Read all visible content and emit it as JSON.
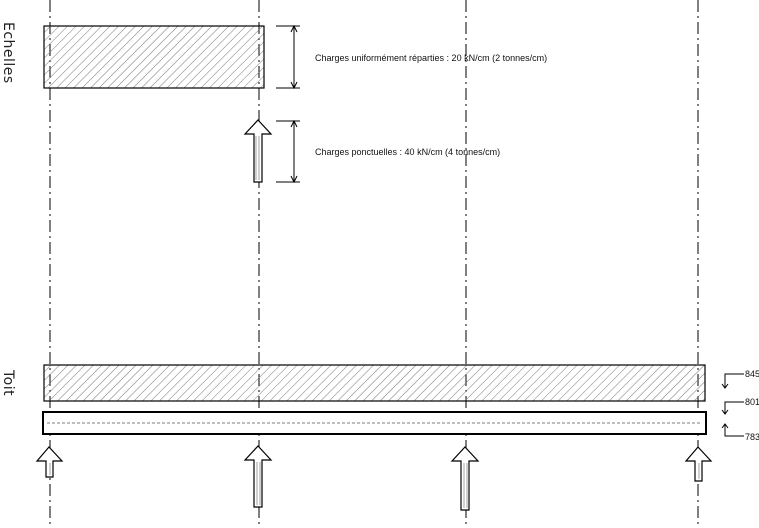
{
  "side_labels": {
    "top": "Echelles",
    "bottom": "Toit"
  },
  "legend": {
    "distributed": "Charges uniformément réparties : 20 kN/cm (2 tonnes/cm)",
    "point": "Charges ponctuelles : 40 kN/cm (4 tonnes/cm)"
  },
  "levels": [
    "845",
    "801",
    "783"
  ],
  "colors": {
    "line": "#000000",
    "hatch": "#7a7a7a"
  }
}
